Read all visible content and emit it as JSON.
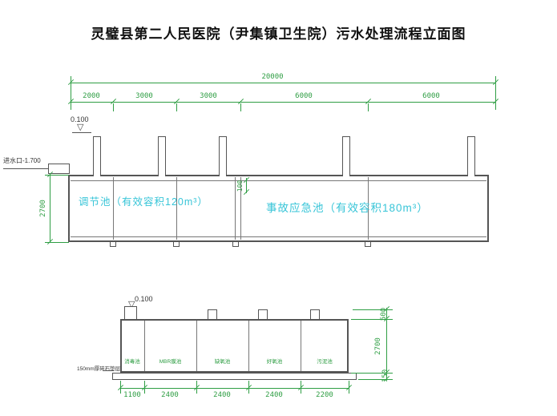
{
  "title": "灵璧县第二人民医院（尹集镇卫生院）污水处理流程立面图",
  "colors": {
    "dimension_green": "#2f9e44",
    "label_cyan": "#38c5d8",
    "line_dark": "#555555"
  },
  "icons": {
    "elevation_triangle": "▽"
  },
  "upper": {
    "total_dim": "20000",
    "segment_dims": [
      "2000",
      "3000",
      "3000",
      "6000",
      "6000"
    ],
    "elevation": "0.100",
    "inlet_label": "进水口-1.700",
    "height_dim": "2700",
    "wall_dim": "100",
    "tank1_label": "调节池（有效容积120m³）",
    "tank2_label": "事故应急池（有效容积180m³）"
  },
  "lower": {
    "elevation": "0.100",
    "base_note": "150mm厚碎石垫层",
    "compartments": [
      "消毒池",
      "MBR膜池",
      "缺氧池",
      "好氧池",
      "污泥池"
    ],
    "width_dims": [
      "1100",
      "2400",
      "2400",
      "2400",
      "2200"
    ],
    "height_dims": [
      "500",
      "2700",
      "150"
    ]
  }
}
